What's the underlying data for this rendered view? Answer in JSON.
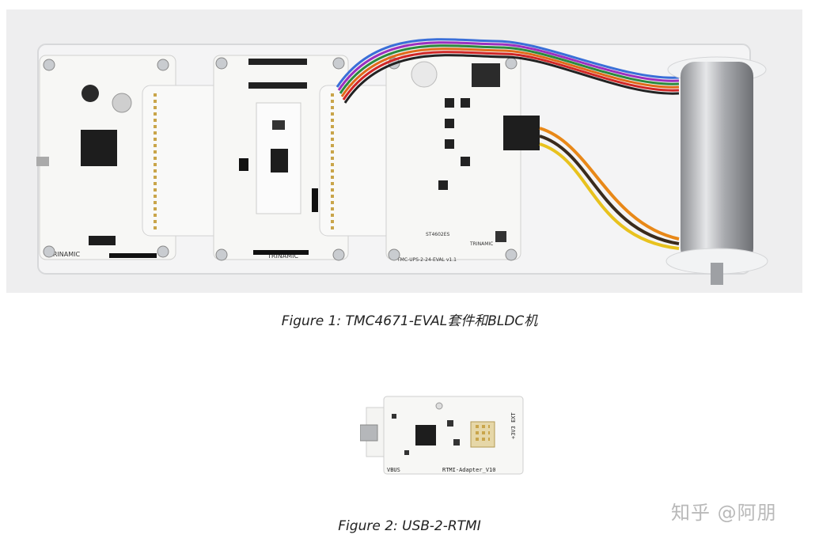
{
  "figures": [
    {
      "caption": "Figure 1: TMC4671-EVAL套件和BLDC机",
      "image_subject": "TMC4671-EVAL kit boards with BLDC motor",
      "board_labels": {
        "brand_left": "TRINAMIC",
        "brand_mid": "TRINAMIC",
        "brand_right": "TRINAMIC",
        "board_name": "TMC-UPS-2-24-EVAL v1.1",
        "part_number": "ST4602ES"
      }
    },
    {
      "caption": "Figure 2: USB-2-RTMI",
      "image_subject": "USB-2-RTMI adapter board",
      "board_labels": {
        "vbus": "VBUS",
        "name": "RTMI-Adapter_V10",
        "ext": "+3V3 EXT"
      }
    }
  ],
  "watermark": "知乎 @阿朋",
  "colors": {
    "photo_background": "#eeeeef",
    "pcb_white": "#f7f7f5",
    "chip_black": "#1d1d1d",
    "motor_silver": "#b8babd"
  }
}
